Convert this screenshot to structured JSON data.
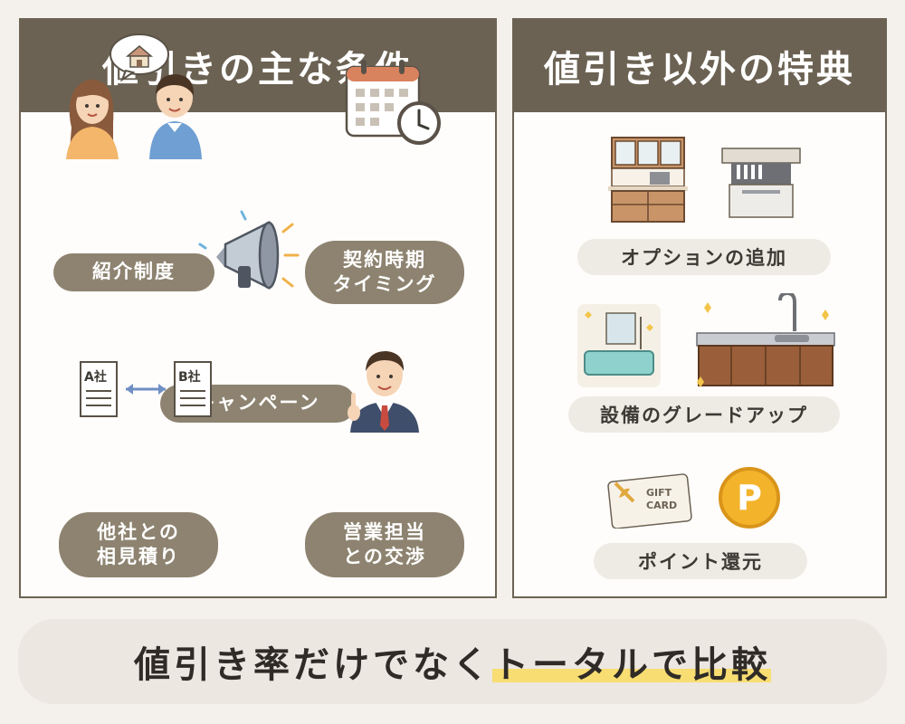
{
  "left_panel": {
    "title": "値引きの主な条件",
    "items": [
      {
        "label_lines": [
          "紹介制度"
        ],
        "illustration": "couple-talking-about-house-illustration"
      },
      {
        "label_lines": [
          "契約時期",
          "タイミング"
        ],
        "illustration": "calendar-clock-illustration"
      },
      {
        "label_lines": [
          "キャンペーン"
        ],
        "illustration": "megaphone-illustration"
      },
      {
        "label_lines": [
          "他社との",
          "相見積り"
        ],
        "illustration": "document-comparison-illustration"
      },
      {
        "label_lines": [
          "営業担当",
          "との交渉"
        ],
        "illustration": "salesperson-illustration"
      }
    ],
    "doc_labels": [
      "A社",
      "B社"
    ]
  },
  "right_panel": {
    "title": "値引き以外の特典",
    "items": [
      {
        "label": "オプションの追加",
        "illustrations": [
          "kitchen-cupboard-illustration",
          "dishwasher-illustration"
        ]
      },
      {
        "label": "設備のグレードアップ",
        "illustrations": [
          "bathtub-illustration",
          "kitchen-counter-illustration"
        ]
      },
      {
        "label": "ポイント還元",
        "illustrations": [
          "gift-card-illustration",
          "point-coin-illustration"
        ]
      }
    ],
    "gift_card_text": [
      "GIFT",
      "CARD"
    ],
    "coin_letter": "P"
  },
  "bottom_banner": {
    "text_plain": "値引き率だけでなく",
    "text_highlight": "トータルで比較"
  },
  "colors": {
    "header_bg": "#6b6253",
    "pill_dark": "#8d8370",
    "pill_light": "#eeeae4",
    "highlight": "#f8dd72",
    "page_bg": "#f4f1ec"
  }
}
